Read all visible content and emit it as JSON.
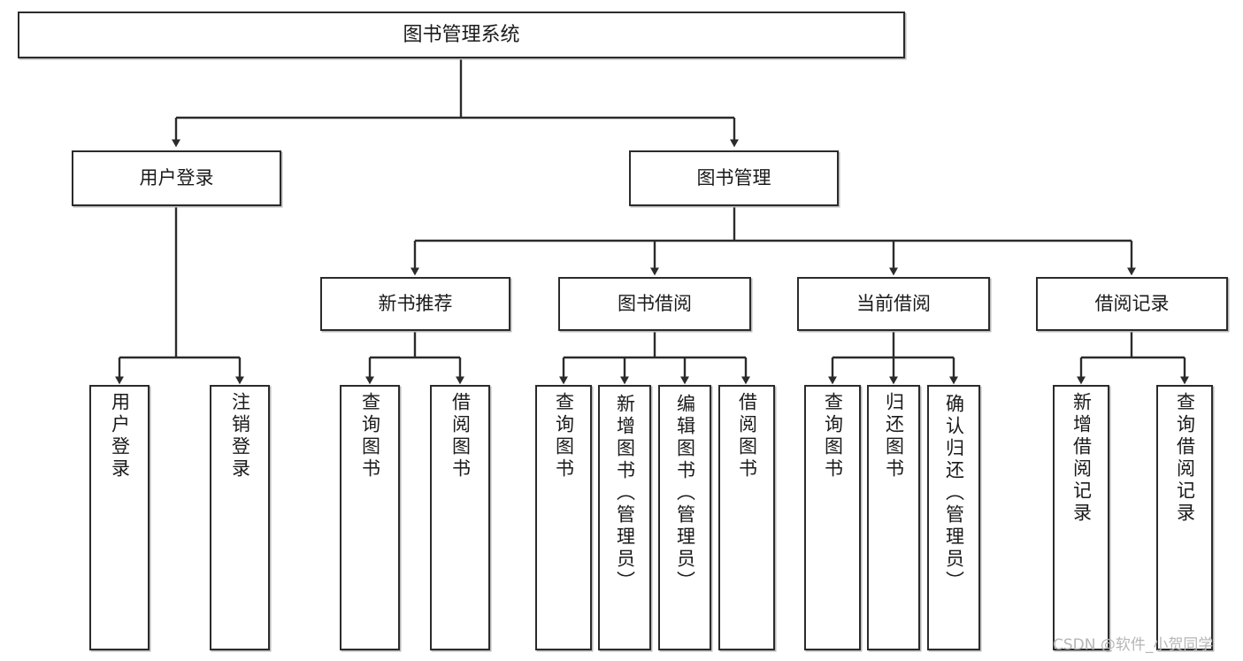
{
  "diagram": {
    "title": "图书管理系统",
    "type": "tree",
    "watermark": "CSDN @软件_小贺同学"
  },
  "nodes": {
    "root": {
      "label": "图书管理系统"
    },
    "level2": [
      {
        "label": "用户登录"
      },
      {
        "label": "图书管理"
      }
    ],
    "level3": [
      {
        "label": "新书推荐"
      },
      {
        "label": "图书借阅"
      },
      {
        "label": "当前借阅"
      },
      {
        "label": "借阅记录"
      }
    ],
    "leaves": {
      "user_login": [
        {
          "label": "用户登录"
        },
        {
          "label": "注销登录"
        }
      ],
      "new_book": [
        {
          "label": "查询图书"
        },
        {
          "label": "借阅图书"
        }
      ],
      "book_borrow": [
        {
          "label": "查询图书"
        },
        {
          "label": "新增图书（管理员）"
        },
        {
          "label": "编辑图书（管理员）"
        },
        {
          "label": "借阅图书"
        }
      ],
      "current_borrow": [
        {
          "label": "查询图书"
        },
        {
          "label": "归还图书"
        },
        {
          "label": "确认归还（管理员）"
        }
      ],
      "borrow_record": [
        {
          "label": "新增借阅记录"
        },
        {
          "label": "查询借阅记录"
        }
      ]
    }
  },
  "colors": {
    "stroke": "#2b2b2b",
    "fill": "#ffffff",
    "text": "#1a1a1a",
    "shadow": "#b9b9b9",
    "watermark": "#b6b6b6"
  }
}
